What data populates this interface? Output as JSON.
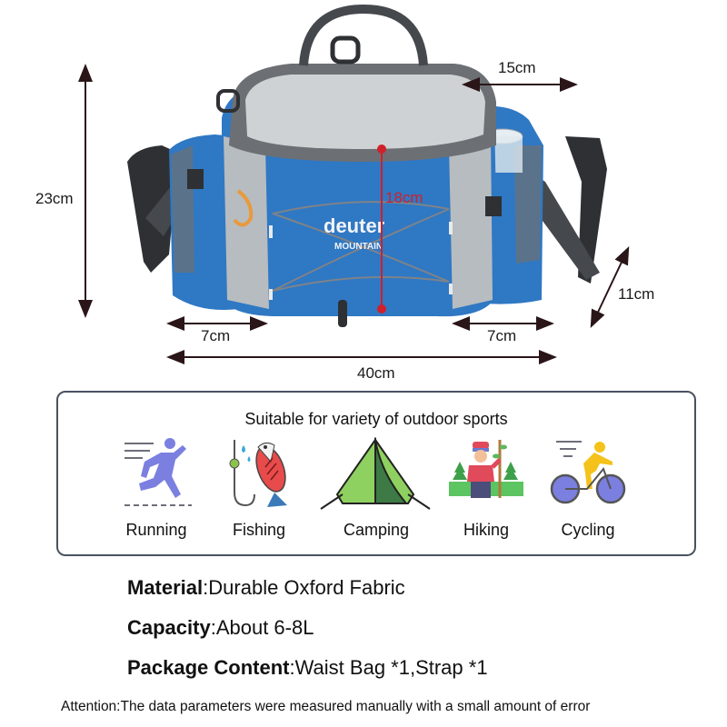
{
  "product": {
    "brand_logo": "deuter",
    "brand_sub": "MOUNTAIN",
    "colors": {
      "body_blue": "#2f78c4",
      "lid_gray": "#cfd2d4",
      "trim_gray": "#6c7074",
      "strap_dark": "#3a3c40",
      "dimension_line": "#2a1518",
      "dimension_red": "#d0202a"
    }
  },
  "dimensions": {
    "height_total": "23cm",
    "depth_top": "15cm",
    "front_height": "18cm",
    "depth_side": "11cm",
    "left_pocket": "7cm",
    "right_pocket": "7cm",
    "width_total": "40cm"
  },
  "sports": {
    "title": "Suitable for variety of outdoor sports",
    "items": [
      {
        "label": "Running",
        "icon": "running-person-icon"
      },
      {
        "label": "Fishing",
        "icon": "fish-hook-icon"
      },
      {
        "label": "Camping",
        "icon": "tent-icon"
      },
      {
        "label": "Hiking",
        "icon": "hiker-icon"
      },
      {
        "label": "Cycling",
        "icon": "cyclist-icon"
      }
    ]
  },
  "specs": {
    "material": {
      "key": "Material",
      "value": ":Durable Oxford Fabric"
    },
    "capacity": {
      "key": "Capacity",
      "value": ":About 6-8L"
    },
    "package": {
      "key": "Package Content",
      "value": ":Waist Bag *1,Strap *1"
    }
  },
  "attention": "Attention:The data parameters were measured manually with a small amount of error"
}
